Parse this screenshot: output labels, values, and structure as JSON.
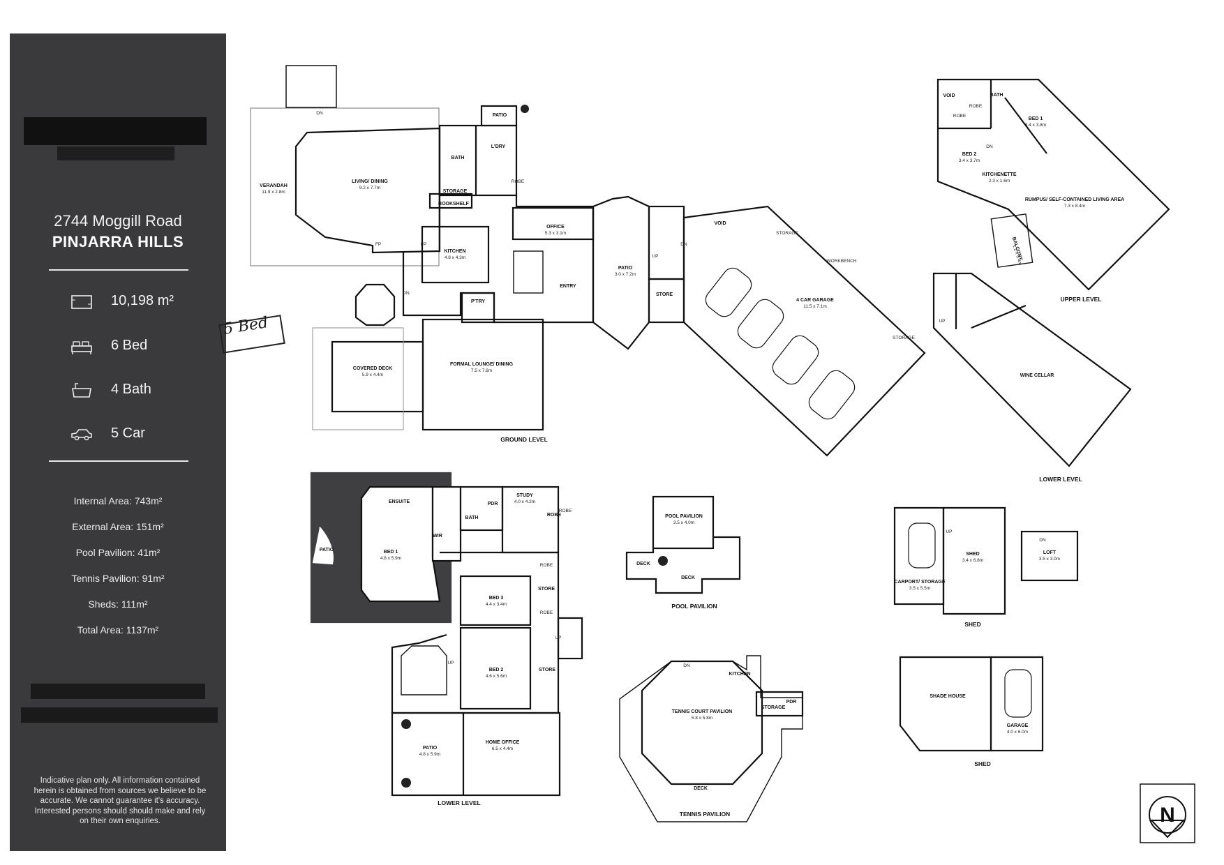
{
  "panel": {
    "address_line1": "2744 Moggill Road",
    "address_line2": "PINJARRA HILLS",
    "stats": [
      {
        "icon": "land-area-icon",
        "value": "10,198 m²"
      },
      {
        "icon": "bed-icon",
        "value": "6 Bed"
      },
      {
        "icon": "bath-icon",
        "value": "4 Bath"
      },
      {
        "icon": "car-icon",
        "value": "5 Car"
      }
    ],
    "areas": [
      "Internal Area: 743m²",
      "External Area: 151m²",
      "Pool Pavilion: 41m²",
      "Tennis Pavilion: 91m²",
      "Sheds: 111m²",
      "Total Area: 1137m²"
    ],
    "disclaimer": "Indicative plan only. All information contained herein is obtained from sources we believe to be accurate. We cannot guarantee it's accuracy. Interested persons should should make and rely on their own enquiries."
  },
  "note": "5 Bed",
  "plan": {
    "ground": {
      "level_label": "GROUND LEVEL",
      "rooms": [
        {
          "name": "VERANDAH",
          "dim": "11.9 x 2.8m"
        },
        {
          "name": "LIVING/ DINING",
          "dim": "9.2 x 7.7m"
        },
        {
          "name": "PATIO",
          "dim": ""
        },
        {
          "name": "BATH",
          "dim": ""
        },
        {
          "name": "L'DRY",
          "dim": ""
        },
        {
          "name": "STORAGE",
          "dim": ""
        },
        {
          "name": "BOOKSHELF",
          "dim": ""
        },
        {
          "name": "KITCHEN",
          "dim": "4.8 x 4.3m"
        },
        {
          "name": "OFFICE",
          "dim": "5.3 x 3.1m"
        },
        {
          "name": "ENTRY",
          "dim": ""
        },
        {
          "name": "P'TRY",
          "dim": ""
        },
        {
          "name": "PATIO",
          "dim": "3.0 x 7.2m"
        },
        {
          "name": "STORE",
          "dim": ""
        },
        {
          "name": "VOID",
          "dim": ""
        },
        {
          "name": "4 CAR GARAGE",
          "dim": "11.5 x 7.1m"
        },
        {
          "name": "COVERED DECK",
          "dim": "5.9 x 4.4m"
        },
        {
          "name": "FORMAL LOUNGE/ DINING",
          "dim": "7.5 x 7.6m"
        }
      ],
      "marks": [
        "DN",
        "FP",
        "FP",
        "DN",
        "UP",
        "DN",
        "STORAGE",
        "WORKBENCH",
        "STORAGE",
        "ROBE"
      ]
    },
    "upper": {
      "level_label": "UPPER LEVEL",
      "rooms": [
        {
          "name": "VOID",
          "dim": ""
        },
        {
          "name": "BATH",
          "dim": ""
        },
        {
          "name": "BED 1",
          "dim": "3.4 x 3.8m"
        },
        {
          "name": "BED 2",
          "dim": "3.4 x 3.7m"
        },
        {
          "name": "RUMPUS/ SELF-CONTAINED LIVING AREA",
          "dim": "7.3 x 8.4m"
        },
        {
          "name": "BALCONY",
          "dim": "1.2 x 5.4m"
        },
        {
          "name": "KITCHENETTE",
          "dim": "2.3 x 1.6m"
        }
      ],
      "marks": [
        "ROBE",
        "ROBE",
        "DN"
      ]
    },
    "lower_cellar": {
      "level_label": "LOWER LEVEL",
      "rooms": [
        {
          "name": "WINE CELLAR",
          "dim": ""
        }
      ],
      "marks": [
        "UP"
      ]
    },
    "lower": {
      "level_label": "LOWER LEVEL",
      "rooms": [
        {
          "name": "ENSUITE",
          "dim": ""
        },
        {
          "name": "BATH",
          "dim": ""
        },
        {
          "name": "PDR",
          "dim": ""
        },
        {
          "name": "STUDY",
          "dim": "4.0 x 4.2m"
        },
        {
          "name": "ROBE",
          "dim": ""
        },
        {
          "name": "PATIO",
          "dim": ""
        },
        {
          "name": "BED 1",
          "dim": "4.8 x 5.9m"
        },
        {
          "name": "WIR",
          "dim": ""
        },
        {
          "name": "BED 3",
          "dim": "4.4 x 3.4m"
        },
        {
          "name": "STORE",
          "dim": ""
        },
        {
          "name": "BED 2",
          "dim": "4.6 x 5.6m"
        },
        {
          "name": "STORE",
          "dim": ""
        },
        {
          "name": "PATIO",
          "dim": "4.8 x 5.9m"
        },
        {
          "name": "HOME OFFICE",
          "dim": "6.5 x 4.4m"
        }
      ],
      "marks": [
        "UP",
        "UP",
        "ROBE",
        "ROBE",
        "ROBE"
      ]
    },
    "pool_pavilion": {
      "level_label": "POOL PAVILION",
      "rooms": [
        {
          "name": "POOL PAVILION",
          "dim": "3.5 x 4.0m"
        },
        {
          "name": "DECK",
          "dim": ""
        },
        {
          "name": "DECK",
          "dim": ""
        }
      ]
    },
    "tennis_pavilion": {
      "level_label": "TENNIS PAVILION",
      "rooms": [
        {
          "name": "TENNIS COURT PAVILION",
          "dim": "5.8 x 5.8m"
        },
        {
          "name": "KITCHEN",
          "dim": ""
        },
        {
          "name": "STORAGE",
          "dim": ""
        },
        {
          "name": "PDR",
          "dim": ""
        },
        {
          "name": "DECK",
          "dim": ""
        }
      ],
      "marks": [
        "DN"
      ]
    },
    "shed1": {
      "level_label": "SHED",
      "rooms": [
        {
          "name": "CARPORT/ STORAGE",
          "dim": "3.5 x 5.5m"
        },
        {
          "name": "SHED",
          "dim": "3.4 x 6.8m"
        },
        {
          "name": "LOFT",
          "dim": "3.5 x 3.0m"
        }
      ],
      "marks": [
        "UP",
        "DN"
      ]
    },
    "shed2": {
      "level_label": "SHED",
      "rooms": [
        {
          "name": "SHADE HOUSE",
          "dim": ""
        },
        {
          "name": "GARAGE",
          "dim": "4.0 x 6.0m"
        }
      ]
    },
    "compass": "N"
  }
}
